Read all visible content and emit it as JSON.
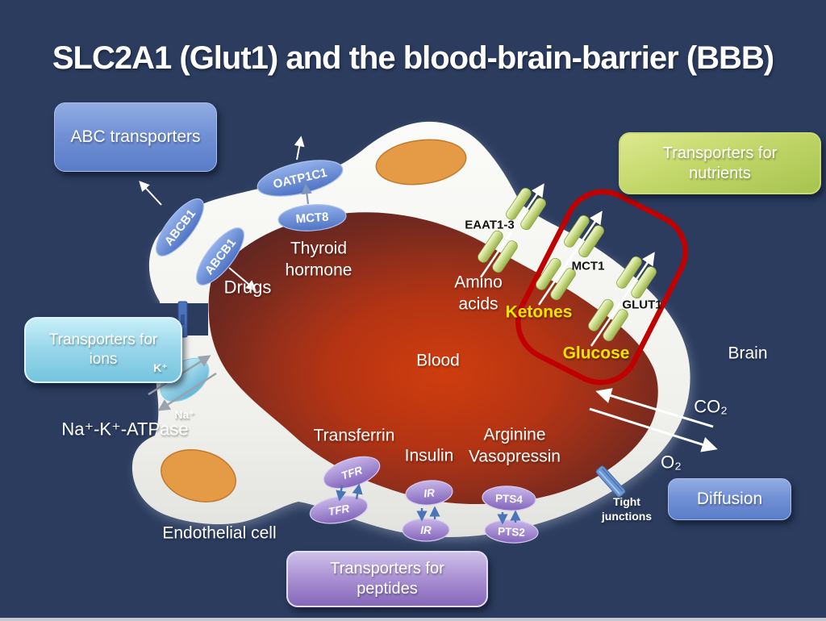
{
  "title": "SLC2A1 (Glut1) and the blood-brain-barrier (BBB)",
  "boxes": {
    "abc_transporters": "ABC transporters",
    "nutrients": "Transporters for nutrients",
    "ions": "Transporters for ions",
    "diffusion": "Diffusion",
    "peptides": "Transporters for peptides"
  },
  "membrane_proteins": {
    "oatp1c1": "OATP1C1",
    "mct8": "MCT8",
    "abcb1": "ABCB1",
    "eaat": "EAAT1-3",
    "mct1": "MCT1",
    "glut1": "GLUT1",
    "tfr": "TFR",
    "ir": "IR",
    "pts4": "PTS4",
    "pts2": "PTS2",
    "na_k_atpase": "Na⁺-K⁺-ATPase"
  },
  "substrates": {
    "drugs": "Drugs",
    "thyroid_hormone": "Thyroid hormone",
    "amino_acids": "Amino acids",
    "ketones": "Ketones",
    "glucose": "Glucose",
    "transferrin": "Transferrin",
    "insulin": "Insulin",
    "arginine_vasopressin": "Arginine Vasopressin",
    "co2": "CO₂",
    "o2": "O₂",
    "k_ion": "K⁺",
    "na_ion": "Na⁺"
  },
  "regions": {
    "blood": "Blood",
    "brain": "Brain",
    "endothelial_cell": "Endothelial cell",
    "tight_junctions": "Tight junctions"
  },
  "colors": {
    "background": "#2b3c5f",
    "highlight_red": "#c00000",
    "membrane": "#f2f2ee",
    "blood_center": "#cf3d0e",
    "blood_edge": "#602622",
    "channel_green": "#c6d87e",
    "nucleus_orange": "#e59a45",
    "label_yellow": "#f2e400",
    "box_blue": "#6283cc",
    "box_green": "#b6d05a",
    "box_cyan": "#8fd2e8",
    "box_purple": "#9a7cc8"
  }
}
